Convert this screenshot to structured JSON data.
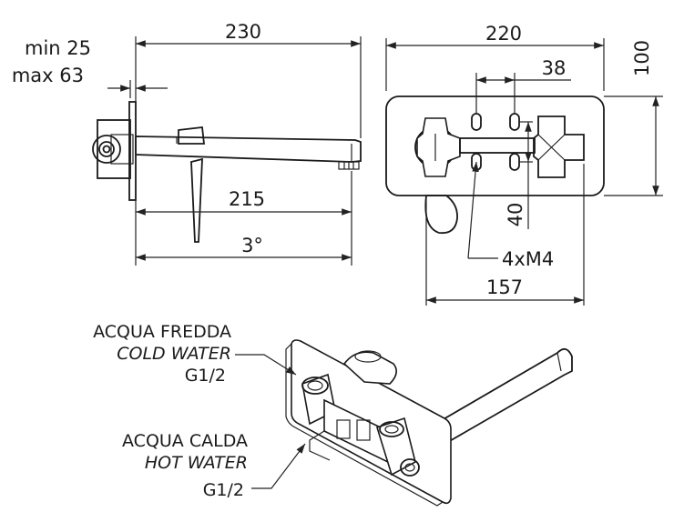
{
  "side_view": {
    "wall_min": "min 25",
    "wall_max": "max 63",
    "overall_length": "230",
    "spout_length": "215",
    "angle": "3°"
  },
  "front_view": {
    "plate_width": "220",
    "plate_height": "100",
    "hole_spacing_x": "38",
    "hole_spacing_y": "40",
    "screws": "4xM4",
    "body_width": "157"
  },
  "callouts": {
    "cold_it": "ACQUA FREDDA",
    "cold_en": "COLD WATER",
    "cold_thread": "G1/2",
    "hot_it": "ACQUA CALDA",
    "hot_en": "HOT WATER",
    "hot_thread": "G1/2"
  }
}
